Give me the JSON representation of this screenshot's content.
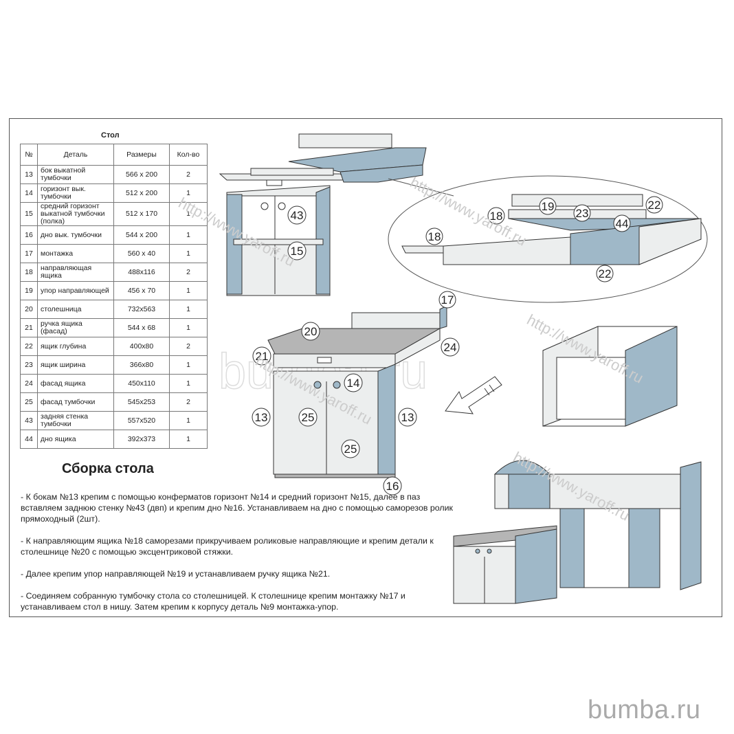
{
  "table": {
    "title": "Стол",
    "headers": [
      "№",
      "Деталь",
      "Размеры",
      "Кол-во"
    ],
    "rows": [
      {
        "no": "13",
        "name": "бок выкатной тумбочки",
        "size": "566 x 200",
        "qty": "2"
      },
      {
        "no": "14",
        "name": "горизонт вык. тумбочки",
        "size": "512 x 200",
        "qty": "1"
      },
      {
        "no": "15",
        "name": "средний горизонт выкатной тумбочки (полка)",
        "size": "512 x 170",
        "qty": "1"
      },
      {
        "no": "16",
        "name": "дно вык. тумбочки",
        "size": "544 x 200",
        "qty": "1"
      },
      {
        "no": "17",
        "name": "монтажка",
        "size": "560 x 40",
        "qty": "1"
      },
      {
        "no": "18",
        "name": "направляющая ящика",
        "size": "488x116",
        "qty": "2"
      },
      {
        "no": "19",
        "name": "упор направляющей",
        "size": "456 x 70",
        "qty": "1"
      },
      {
        "no": "20",
        "name": "столешница",
        "size": "732x563",
        "qty": "1"
      },
      {
        "no": "21",
        "name": "ручка ящика (фасад)",
        "size": "544 x 68",
        "qty": "1"
      },
      {
        "no": "22",
        "name": "ящик глубина",
        "size": "400x80",
        "qty": "2"
      },
      {
        "no": "23",
        "name": "ящик ширина",
        "size": "366x80",
        "qty": "1"
      },
      {
        "no": "24",
        "name": "фасад ящика",
        "size": "450x110",
        "qty": "1"
      },
      {
        "no": "25",
        "name": "фасад тумбочки",
        "size": "545x253",
        "qty": "2"
      },
      {
        "no": "43",
        "name": "задняя стенка тумбочки",
        "size": "557x520",
        "qty": "1"
      },
      {
        "no": "44",
        "name": "дно ящика",
        "size": "392x373",
        "qty": "1"
      }
    ]
  },
  "assembly": {
    "title": "Сборка стола",
    "steps": [
      "- К бокам №13 крепим с помощью конферматов горизонт №14 и средний горизонт №15, далее в паз вставляем заднюю стенку №43 (двп) и крепим дно №16. Устанавливаем на дно с помощью саморезов ролик прямоходный (2шт).",
      "- К направляющим ящика №18 саморезами прикручиваем роликовые направляющие и крепим детали к столешнице №20 с помощью эксцентриковой стяжки.",
      "- Далее крепим упор направляющей №19 и устанавливаем ручку ящика №21.",
      "- Соединяем собранную тумбочку стола со столешницей. К столешнице крепим монтажку №17 и устанавливаем стол в нишу. Затем крепим к корпусу деталь №9 монтажка-упор."
    ]
  },
  "diagram_labels": {
    "cabinet_back": "43",
    "cabinet_shelf": "15",
    "drawer_guide_left": "18",
    "drawer_guide_upper": "18",
    "guide_stop": "19",
    "drawer_width": "23",
    "drawer_depth_top": "22",
    "drawer_bottom": "44",
    "drawer_depth_bottom": "22",
    "mounting_strip": "17",
    "tabletop": "20",
    "drawer_handle": "21",
    "drawer_front": "24",
    "cabinet_top": "14",
    "side_left": "13",
    "side_right": "13",
    "door_left": "25",
    "door_right": "25",
    "cabinet_bottom": "16"
  },
  "watermarks": {
    "url": "http://www.yaroff.ru",
    "brand_large": "bumba.ru",
    "brand_footer": "bumba.ru"
  },
  "colors": {
    "panel_blue": "#9fb8c8",
    "panel_light": "#eceeee",
    "panel_gray": "#b5b5b5",
    "outline": "#333333"
  }
}
